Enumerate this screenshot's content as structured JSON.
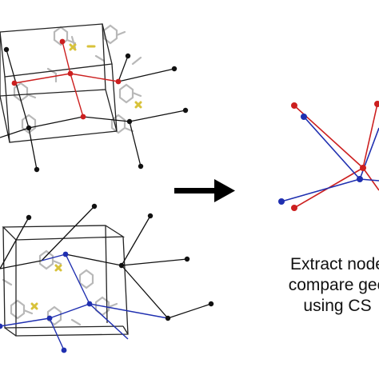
{
  "caption": {
    "line1": "Extract node",
    "line2": "compare geo",
    "line3": "using CS"
  },
  "colors": {
    "frame": "#222222",
    "black_network": "#111111",
    "red_network": "#cc1f1f",
    "blue_network": "#1f2fb0",
    "molecule": "#b8b8b8",
    "sulfur": "#d8c23a",
    "arrow": "#000000"
  },
  "icons": {
    "arrow": "right-arrow-icon",
    "molecule": "molecule-fragment-icon"
  }
}
